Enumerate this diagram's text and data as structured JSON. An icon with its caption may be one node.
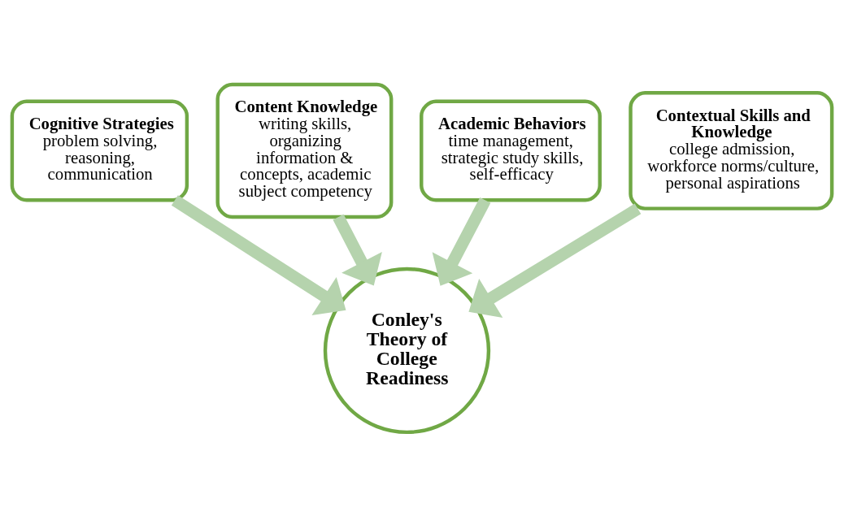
{
  "diagram": {
    "nodes": [
      {
        "text": [
          "Cognitive Strategies",
          "problem solving, reasoning, communication"
        ]
      },
      {
        "text": [
          "Content Knowledge",
          "writing skills, organizing information & concepts, academic subject competency"
        ]
      },
      {
        "text": [
          "Academic Behaviors",
          "time management, strategic study skills, self-efficacy"
        ]
      },
      {
        "text": [
          "Contextual Skills and Knowledge",
          "college admission, workforce norms/culture, personal aspirations"
        ]
      },
      {
        "text": [
          "Conley's Theory of College Readiness"
        ]
      }
    ],
    "edges": [
      {
        "from": 0,
        "to": 4,
        "arrow": "to"
      },
      {
        "from": 1,
        "to": 4,
        "arrow": "to"
      },
      {
        "from": 2,
        "to": 4,
        "arrow": "to"
      },
      {
        "from": 3,
        "to": 4,
        "arrow": "to"
      }
    ]
  }
}
